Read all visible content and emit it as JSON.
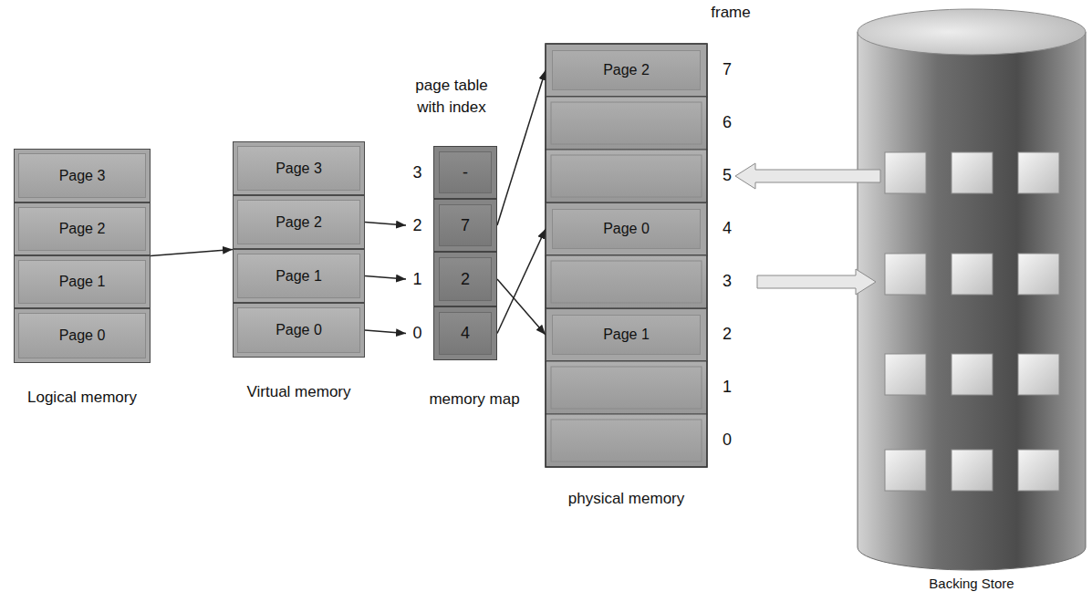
{
  "diagram": {
    "nodes": [
      {
        "text": [
          "Logical memory"
        ]
      },
      {
        "text": [
          "Page 3"
        ],
        "in": 0
      },
      {
        "text": [
          "Page 2"
        ],
        "in": 0
      },
      {
        "text": [
          "Page 1"
        ],
        "in": 0
      },
      {
        "text": [
          "Page 0"
        ],
        "in": 0
      },
      {
        "text": [
          "Virtual memory"
        ]
      },
      {
        "text": [
          "Page 3"
        ],
        "in": 5
      },
      {
        "text": [
          "Page 2"
        ],
        "in": 5
      },
      {
        "text": [
          "Page 1"
        ],
        "in": 5
      },
      {
        "text": [
          "Page 0"
        ],
        "in": 5
      },
      {
        "text": [
          "page table with index",
          "memory map"
        ]
      },
      {
        "text": [
          "3",
          "-"
        ],
        "in": 10
      },
      {
        "text": [
          "2",
          "7"
        ],
        "in": 10
      },
      {
        "text": [
          "1",
          "2"
        ],
        "in": 10
      },
      {
        "text": [
          "0",
          "4"
        ],
        "in": 10
      },
      {
        "text": [
          "physical memory"
        ]
      },
      {
        "text": [
          "Page 2"
        ],
        "in": 15
      },
      {
        "text": [
          "Page 0"
        ],
        "in": 15
      },
      {
        "text": [
          "Page 1"
        ],
        "in": 15
      },
      {
        "text": [
          "Backing Store"
        ]
      }
    ],
    "edges": [
      {
        "from": 0,
        "to": 5,
        "arrow": "to"
      },
      {
        "from": 7,
        "to": 12,
        "arrow": "to"
      },
      {
        "from": 8,
        "to": 13,
        "arrow": "to"
      },
      {
        "from": 9,
        "to": 14,
        "arrow": "to"
      },
      {
        "from": 12,
        "to": 16,
        "arrow": "to"
      },
      {
        "from": 13,
        "to": 18,
        "arrow": "to"
      },
      {
        "from": 14,
        "to": 17,
        "arrow": "to"
      }
    ],
    "labels": [
      "frame",
      "7",
      "6",
      "5",
      "4",
      "3",
      "2",
      "1",
      "0"
    ]
  }
}
